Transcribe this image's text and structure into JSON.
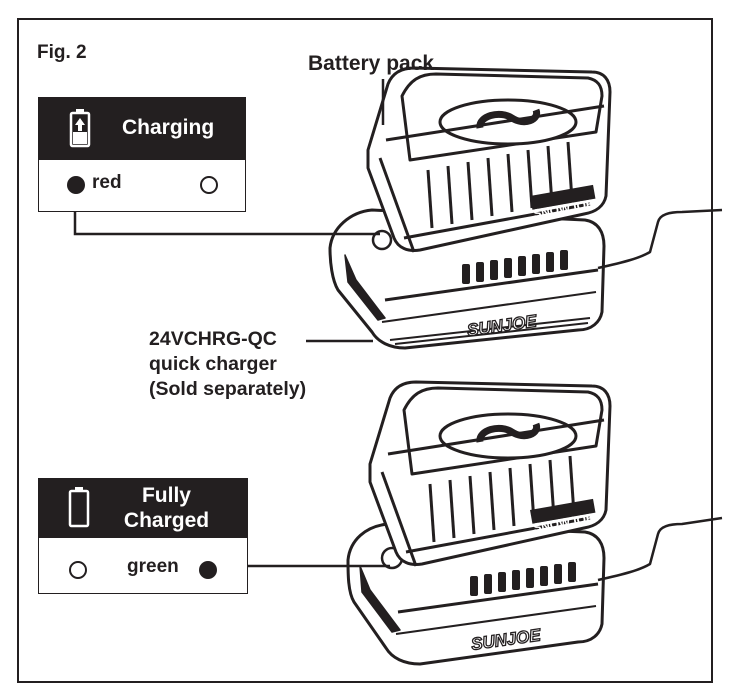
{
  "figure": {
    "label": "Fig. 2"
  },
  "callouts": {
    "battery_pack": "Battery pack",
    "charger_lines": [
      "24VCHRG-QC",
      "quick charger",
      "(Sold separately)"
    ]
  },
  "charger_brand": "SUNJOE",
  "battery_brand": "SNOWJOE",
  "status_charging": {
    "title": "Charging",
    "icon": "battery-charging-icon",
    "indicator": "red",
    "led_color": "#231f20"
  },
  "status_full": {
    "title_lines": [
      "Fully",
      "Charged"
    ],
    "icon": "battery-empty-icon",
    "indicator": "green",
    "led_color": "#231f20"
  },
  "colors": {
    "ink": "#231f20",
    "paper": "#ffffff"
  }
}
